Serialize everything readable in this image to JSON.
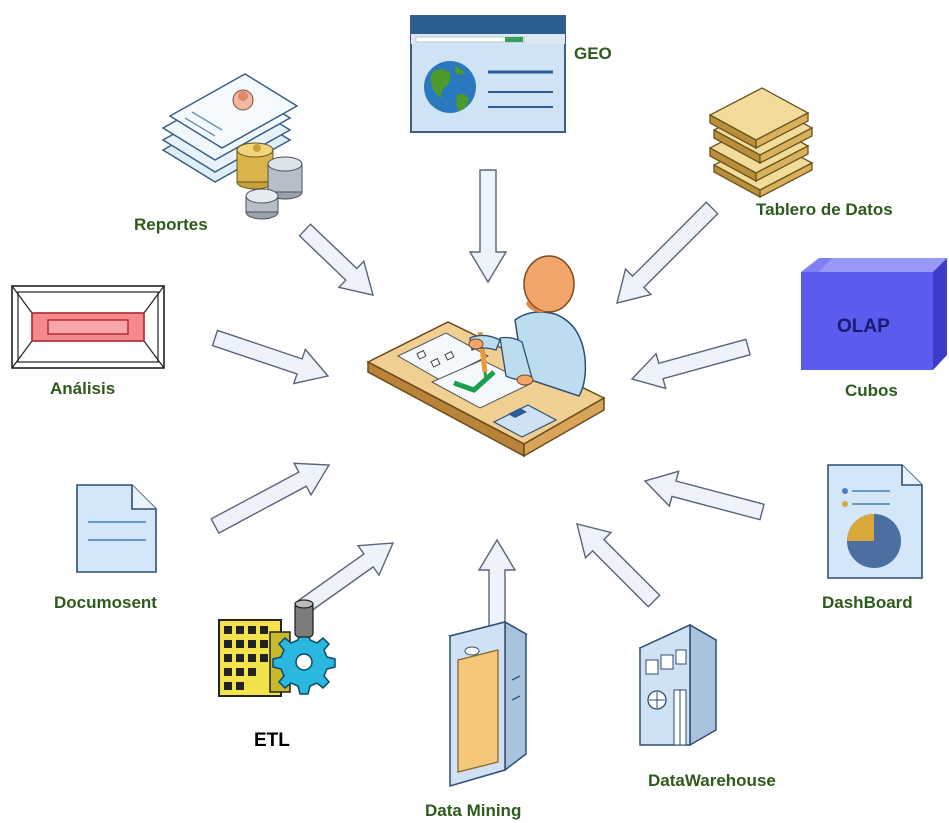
{
  "nodes": {
    "geo": {
      "label": "GEO"
    },
    "reportes": {
      "label": "Reportes"
    },
    "tablero": {
      "label": "Tablero de Datos"
    },
    "analisis": {
      "label": "Análisis"
    },
    "olap": {
      "label": "Cubos",
      "box_text": "OLAP"
    },
    "documents": {
      "label": "Documosent"
    },
    "dashboard": {
      "label": "DashBoard"
    },
    "etl": {
      "label": "ETL"
    },
    "datamining": {
      "label": "Data Mining"
    },
    "datawarehouse": {
      "label": "DataWarehouse"
    }
  },
  "colors": {
    "label_green": "#2e5a1c",
    "arrow_fill": "#eef2fb",
    "arrow_stroke": "#5a6478",
    "olap_cube": "#5b5bf0"
  }
}
